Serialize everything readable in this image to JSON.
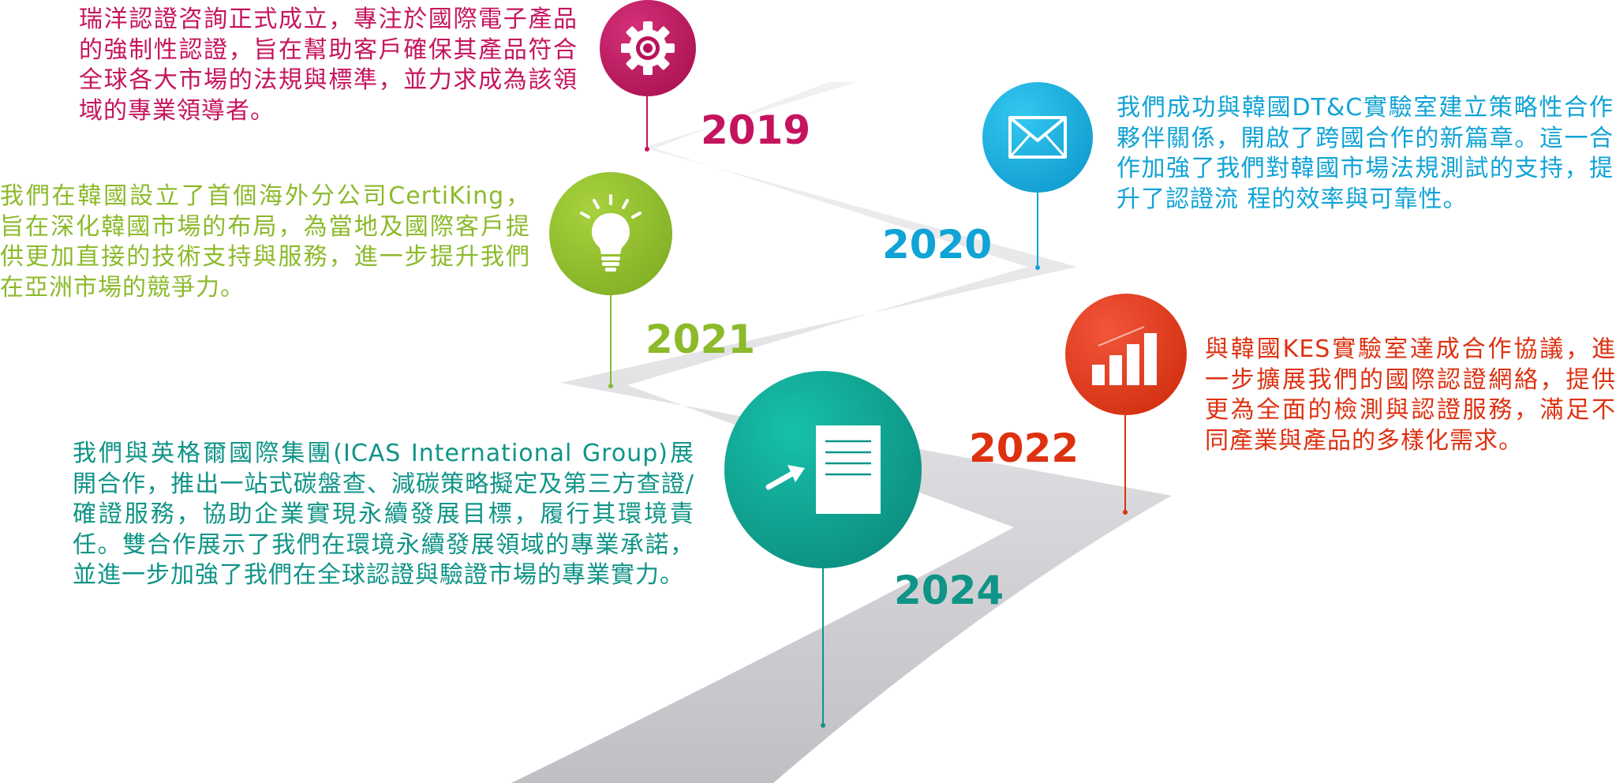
{
  "colors": {
    "road_light": "#eeeeef",
    "road_dark": "#c4c4c8",
    "m2019": "#c5145e",
    "m2020": "#10a3d6",
    "m2021": "#8cba2b",
    "m2022": "#dd3110",
    "m2024": "#0f9487"
  },
  "milestones": [
    {
      "year": "2019",
      "icon": "gear-icon",
      "text": "瑞洋認證咨詢正式成立，專注於國際電子產品的強制性認證，旨在幫助客戶確保其產品符合全球各大市場的法規與標準，並力求成為該領域的專業領導者。"
    },
    {
      "year": "2020",
      "icon": "envelope-icon",
      "text": "我們成功與韓國DT&C實驗室建立策略性合作夥伴關係，開啟了跨國合作的新篇章。這一合作加強了我們對韓國市場法規測試的支持，提升了認證流 程的效率與可靠性。"
    },
    {
      "year": "2021",
      "icon": "lightbulb-icon",
      "text": "我們在韓國設立了首個海外分公司CertiKing，旨在深化韓國市場的布局，為當地及國際客戶提供更加直接的技術支持與服務，進一步提升我們在亞洲市場的競爭力。"
    },
    {
      "year": "2022",
      "icon": "bar-chart-icon",
      "text": "與韓國KES實驗室達成合作協議，進一步擴展我們的國際認證網絡，提供更為全面的檢測與認證服務，滿足不同產業與產品的多樣化需求。"
    },
    {
      "year": "2024",
      "icon": "document-icon",
      "text": "我們與英格爾國際集團(ICAS International Group)展開合作，推出一站式碳盤查、減碳策略擬定及第三方查證/確證服務，協助企業實現永續發展目標，履行其環境責任。雙合作展示了我們在環境永續發展領域的專業承諾，並進一步加強了我們在全球認證與驗證市場的專業實力。"
    }
  ]
}
